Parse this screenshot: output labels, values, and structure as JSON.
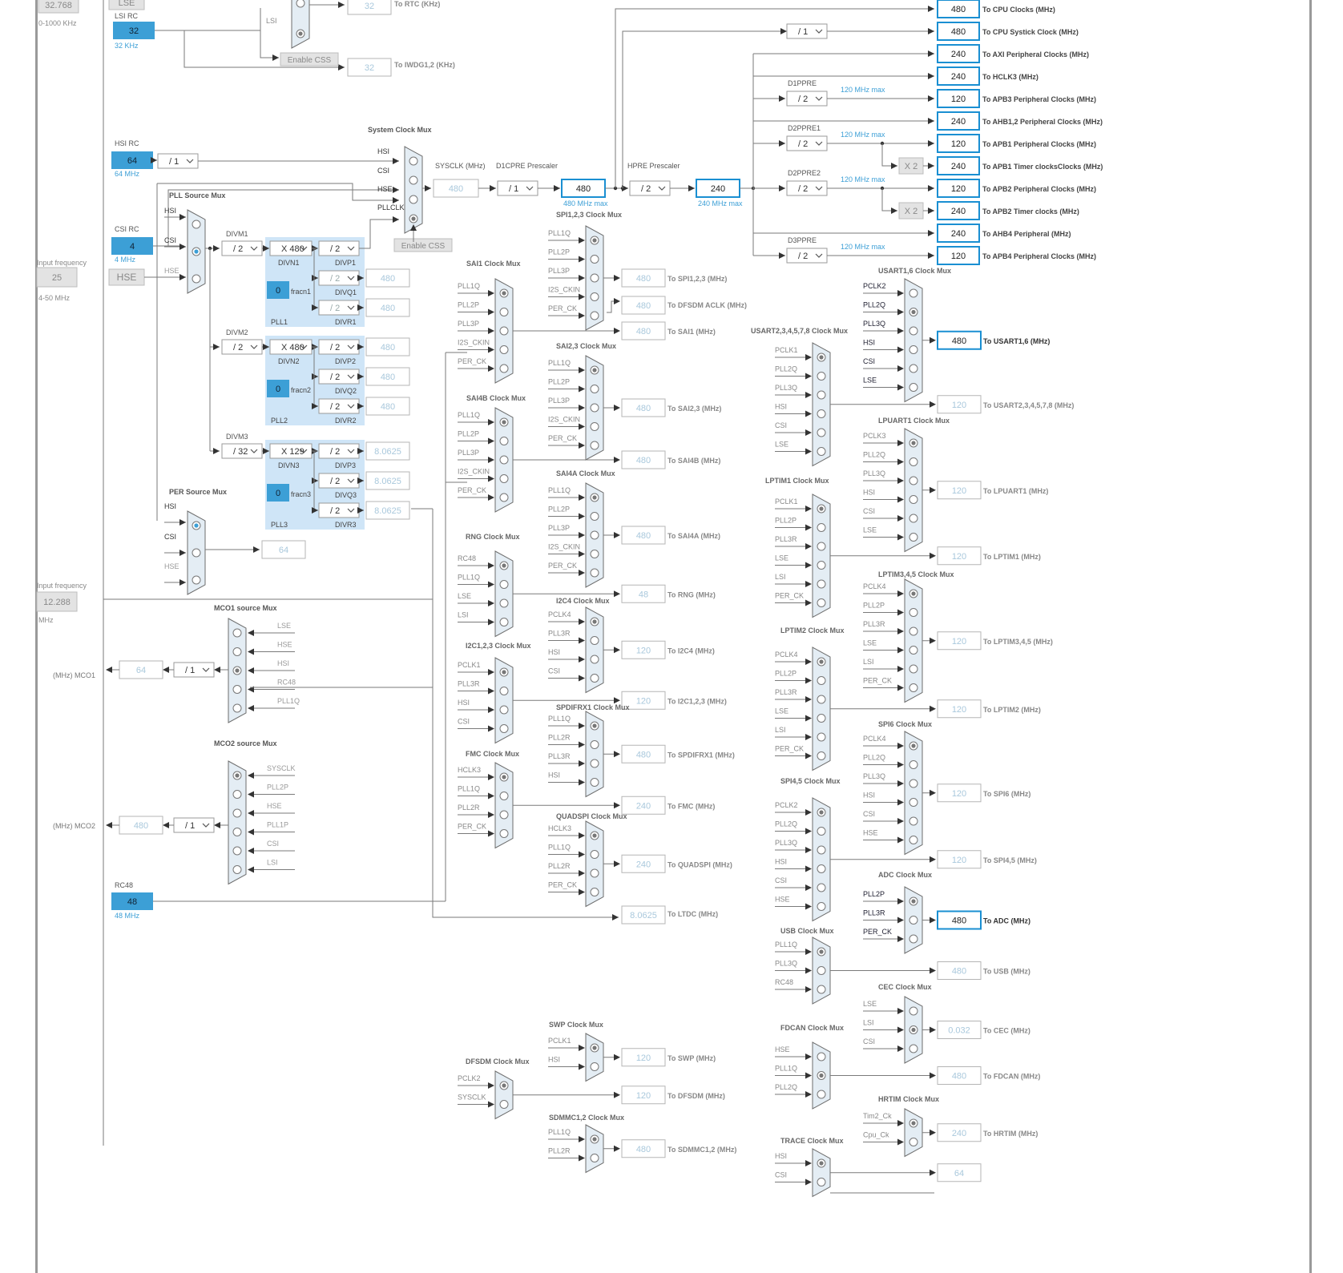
{
  "page": {
    "title": ""
  },
  "colors": {
    "accent": "#3c9fd6",
    "border_active": "#1a8fd2",
    "wire": "#7a7a7a",
    "pll_fill": "#cfe5f7",
    "mux_fill": "#e4edf4",
    "disabled_text": "#a9c8dc",
    "source_fill": "#3c9fd6"
  },
  "left": {
    "lse_value": "32.768",
    "lse_range": "0-1000 KHz",
    "hse_input_label": "Input frequency",
    "hse_value": "25",
    "hse_range": "4-50 MHz",
    "i2s_input_label": "Input frequency",
    "i2s_value": "12.288",
    "i2s_unit": "MHz",
    "mco1_label": "(MHz) MCO1",
    "mco2_label": "(MHz) MCO2"
  },
  "sources": {
    "lse_btn": "LSE",
    "lsi_title": "LSI RC",
    "lsi_value": "32",
    "lsi_sub": "32 KHz",
    "hsi_title": "HSI RC",
    "hsi_value": "64",
    "hsi_sub": "64 MHz",
    "csi_title": "CSI RC",
    "csi_value": "4",
    "csi_sub": "4 MHz",
    "hse_btn": "HSE",
    "rc48_title": "RC48",
    "rc48_value": "48",
    "rc48_sub": "48 MHz"
  },
  "rtc": {
    "lsi_label": "LSI",
    "value": "32",
    "label": "To RTC (KHz)",
    "enable_css": "Enable CSS",
    "iwdg_value": "32",
    "iwdg_label": "To IWDG1,2 (KHz)"
  },
  "hsi_div": "/ 1",
  "sysmux": {
    "title": "System Clock Mux",
    "inputs": [
      "HSI",
      "CSI",
      "HSE",
      "PLLCLK"
    ],
    "enable_css": "Enable CSS"
  },
  "sysclk": {
    "label": "SYSCLK (MHz)",
    "value": "480",
    "d1cpre_label": "D1CPRE Prescaler",
    "d1cpre": "/ 1",
    "cpu_value": "480",
    "cpu_max": "480 MHz max",
    "hpre_label": "HPRE Prescaler",
    "hpre": "/ 2",
    "hclk_value": "240",
    "hclk_max": "240 MHz max",
    "systick_div": "/ 1"
  },
  "pll": {
    "src_title": "PLL Source Mux",
    "src_inputs": [
      "HSI",
      "CSI",
      "HSE"
    ],
    "blocks": [
      {
        "name": "PLL1",
        "divm_label": "DIVM1",
        "divm": "/ 2",
        "divn": "X 480",
        "divn_label": "DIVN1",
        "frac": "0",
        "frac_label": "fracn1",
        "p": "/ 2",
        "p_label": "DIVP1",
        "q": "/ 2",
        "q_label": "DIVQ1",
        "q_value": "480",
        "r": "/ 2",
        "r_label": "DIVR1",
        "r_value": "480"
      },
      {
        "name": "PLL2",
        "divm_label": "DIVM2",
        "divm": "/ 2",
        "divn": "X 480",
        "divn_label": "DIVN2",
        "frac": "0",
        "frac_label": "fracn2",
        "p": "/ 2",
        "p_label": "DIVP2",
        "p_value": "480",
        "q": "/ 2",
        "q_label": "DIVQ2",
        "q_value": "480",
        "r": "/ 2",
        "r_label": "DIVR2",
        "r_value": "480"
      },
      {
        "name": "PLL3",
        "divm_label": "DIVM3",
        "divm": "/ 32",
        "divn": "X 129",
        "divn_label": "DIVN3",
        "frac": "0",
        "frac_label": "fracn3",
        "p": "/ 2",
        "p_label": "DIVP3",
        "p_value": "8.0625",
        "q": "/ 2",
        "q_label": "DIVQ3",
        "q_value": "8.0625",
        "r": "/ 2",
        "r_label": "DIVR3",
        "r_value": "8.0625"
      }
    ]
  },
  "per": {
    "title": "PER Source Mux",
    "inputs": [
      "HSI",
      "CSI",
      "HSE"
    ],
    "value": "64"
  },
  "mco1": {
    "title": "MCO1 source Mux",
    "inputs": [
      "LSE",
      "HSE",
      "HSI",
      "RC48",
      "PLL1Q"
    ],
    "div": "/ 1",
    "value": "64"
  },
  "mco2": {
    "title": "MCO2 source Mux",
    "inputs": [
      "SYSCLK",
      "PLL2P",
      "HSE",
      "PLL1P",
      "CSI",
      "LSI"
    ],
    "div": "/ 1",
    "value": "480"
  },
  "bus_outputs": [
    {
      "value": "480",
      "label": "To CPU Clocks (MHz)"
    },
    {
      "value": "480",
      "label": "To CPU Systick Clock (MHz)"
    },
    {
      "value": "240",
      "label": "To AXI Peripheral Clocks (MHz)"
    },
    {
      "value": "240",
      "label": "To HCLK3 (MHz)"
    },
    {
      "value": "120",
      "label": "To APB3 Peripheral Clocks (MHz)"
    },
    {
      "value": "240",
      "label": "To AHB1,2 Peripheral Clocks (MHz)"
    },
    {
      "value": "120",
      "label": "To APB1 Peripheral Clocks (MHz)"
    },
    {
      "value": "240",
      "label": "To APB1 Timer clocksClocks (MHz)"
    },
    {
      "value": "120",
      "label": "To APB2 Peripheral Clocks (MHz)"
    },
    {
      "value": "240",
      "label": "To APB2 Timer clocks (MHz)"
    },
    {
      "value": "240",
      "label": "To AHB4 Peripheral (MHz)"
    },
    {
      "value": "120",
      "label": "To APB4 Peripheral Clocks (MHz)"
    }
  ],
  "bus_prescalers": [
    {
      "name": "D1PPRE",
      "value": "/ 2",
      "max": "120 MHz max"
    },
    {
      "name": "D2PPRE1",
      "value": "/ 2",
      "max": "120 MHz max"
    },
    {
      "name": "D2PPRE2",
      "value": "/ 2",
      "max": "120 MHz max"
    },
    {
      "name": "D3PPRE",
      "value": "/ 2",
      "max": "120 MHz max"
    }
  ],
  "x2_label": "X 2",
  "muxes": [
    {
      "title": "SPI1,2,3 Clock Mux",
      "inputs": [
        "PLL1Q",
        "PLL2P",
        "PLL3P",
        "I2S_CKIN",
        "PER_CK"
      ],
      "sel": 0,
      "value": "480",
      "label": "To SPI1,2,3 (MHz)"
    },
    {
      "title": "",
      "inputs": [],
      "sel": 0,
      "value": "480",
      "label": "To DFSDM ACLK (MHz)"
    },
    {
      "title": "SAI1 Clock Mux",
      "inputs": [
        "PLL1Q",
        "PLL2P",
        "PLL3P",
        "I2S_CKIN",
        "PER_CK"
      ],
      "sel": 0,
      "value": "480",
      "label": "To SAI1 (MHz)"
    },
    {
      "title": "SAI2,3 Clock Mux",
      "inputs": [
        "PLL1Q",
        "PLL2P",
        "PLL3P",
        "I2S_CKIN",
        "PER_CK"
      ],
      "sel": 0,
      "value": "480",
      "label": "To SAI2,3 (MHz)"
    },
    {
      "title": "SAI4B Clock Mux",
      "inputs": [
        "PLL1Q",
        "PLL2P",
        "PLL3P",
        "I2S_CKIN",
        "PER_CK"
      ],
      "sel": 0,
      "value": "480",
      "label": "To SAI4B (MHz)"
    },
    {
      "title": "SAI4A Clock Mux",
      "inputs": [
        "PLL1Q",
        "PLL2P",
        "PLL3P",
        "I2S_CKIN",
        "PER_CK"
      ],
      "sel": 0,
      "value": "480",
      "label": "To SAI4A (MHz)"
    },
    {
      "title": "RNG Clock Mux",
      "inputs": [
        "RC48",
        "PLL1Q",
        "LSE",
        "LSI"
      ],
      "sel": 0,
      "value": "48",
      "label": "To RNG (MHz)"
    },
    {
      "title": "I2C4 Clock Mux",
      "inputs": [
        "PCLK4",
        "PLL3R",
        "HSI",
        "CSI"
      ],
      "sel": 0,
      "value": "120",
      "label": "To I2C4 (MHz)"
    },
    {
      "title": "I2C1,2,3 Clock Mux",
      "inputs": [
        "PCLK1",
        "PLL3R",
        "HSI",
        "CSI"
      ],
      "sel": 0,
      "value": "120",
      "label": "To I2C1,2,3 (MHz)"
    },
    {
      "title": "SPDIFRX1 Clock Mux",
      "inputs": [
        "PLL1Q",
        "PLL2R",
        "PLL3R",
        "HSI"
      ],
      "sel": 0,
      "value": "480",
      "label": "To SPDIFRX1 (MHz)"
    },
    {
      "title": "FMC Clock Mux",
      "inputs": [
        "HCLK3",
        "PLL1Q",
        "PLL2R",
        "PER_CK"
      ],
      "sel": 0,
      "value": "240",
      "label": "To FMC (MHz)"
    },
    {
      "title": "QUADSPI Clock Mux",
      "inputs": [
        "HCLK3",
        "PLL1Q",
        "PLL2R",
        "PER_CK"
      ],
      "sel": 0,
      "value": "240",
      "label": "To QUADSPI (MHz)"
    },
    {
      "title": "",
      "inputs": [],
      "sel": 0,
      "value": "8.0625",
      "label": "To LTDC (MHz)"
    },
    {
      "title": "SWP Clock Mux",
      "inputs": [
        "PCLK1",
        "HSI"
      ],
      "sel": 0,
      "value": "120",
      "label": "To SWP (MHz)"
    },
    {
      "title": "DFSDM Clock Mux",
      "inputs": [
        "PCLK2",
        "SYSCLK"
      ],
      "sel": 0,
      "value": "120",
      "label": "To DFSDM (MHz)"
    },
    {
      "title": "SDMMC1,2 Clock Mux",
      "inputs": [
        "PLL1Q",
        "PLL2R"
      ],
      "sel": 0,
      "value": "480",
      "label": "To SDMMC1,2 (MHz)"
    },
    {
      "title": "USART2,3,4,5,7,8 Clock Mux",
      "inputs": [
        "PCLK1",
        "PLL2Q",
        "PLL3Q",
        "HSI",
        "CSI",
        "LSE"
      ],
      "sel": 0,
      "value": "120",
      "label": "To USART2,3,4,5,7,8 (MHz)"
    },
    {
      "title": "LPTIM1 Clock Mux",
      "inputs": [
        "PCLK1",
        "PLL2P",
        "PLL3R",
        "LSE",
        "LSI",
        "PER_CK"
      ],
      "sel": 0,
      "value": "120",
      "label": "To LPTIM1 (MHz)"
    },
    {
      "title": "LPTIM2 Clock Mux",
      "inputs": [
        "PCLK4",
        "PLL2P",
        "PLL3R",
        "LSE",
        "LSI",
        "PER_CK"
      ],
      "sel": 0,
      "value": "120",
      "label": "To LPTIM2 (MHz)"
    },
    {
      "title": "SPI4,5 Clock Mux",
      "inputs": [
        "PCLK2",
        "PLL2Q",
        "PLL3Q",
        "HSI",
        "CSI",
        "HSE"
      ],
      "sel": 0,
      "value": "120",
      "label": "To SPI4,5 (MHz)"
    },
    {
      "title": "USB Clock Mux",
      "inputs": [
        "PLL1Q",
        "PLL3Q",
        "RC48"
      ],
      "sel": 0,
      "value": "480",
      "label": "To USB (MHz)"
    },
    {
      "title": "FDCAN Clock Mux",
      "inputs": [
        "HSE",
        "PLL1Q",
        "PLL2Q"
      ],
      "sel": 1,
      "value": "480",
      "label": "To FDCAN (MHz)"
    },
    {
      "title": "TRACE Clock Mux",
      "inputs": [
        "HSI",
        "CSI"
      ],
      "sel": 0,
      "value": "64",
      "label": ""
    },
    {
      "title": "USART1,6 Clock Mux",
      "inputs": [
        "PCLK2",
        "PLL2Q",
        "PLL3Q",
        "HSI",
        "CSI",
        "LSE"
      ],
      "sel": 1,
      "value": "480",
      "label": "To USART1,6 (MHz)"
    },
    {
      "title": "LPUART1 Clock Mux",
      "inputs": [
        "PCLK3",
        "PLL2Q",
        "PLL3Q",
        "HSI",
        "CSI",
        "LSE"
      ],
      "sel": 0,
      "value": "120",
      "label": "To LPUART1 (MHz)"
    },
    {
      "title": "LPTIM3,4,5 Clock Mux",
      "inputs": [
        "PCLK4",
        "PLL2P",
        "PLL3R",
        "LSE",
        "LSI",
        "PER_CK"
      ],
      "sel": 0,
      "value": "120",
      "label": "To LPTIM3,4,5 (MHz)"
    },
    {
      "title": "SPI6 Clock Mux",
      "inputs": [
        "PCLK4",
        "PLL2Q",
        "PLL3Q",
        "HSI",
        "CSI",
        "HSE"
      ],
      "sel": 0,
      "value": "120",
      "label": "To SPI6 (MHz)"
    },
    {
      "title": "ADC Clock Mux",
      "inputs": [
        "PLL2P",
        "PLL3R",
        "PER_CK"
      ],
      "sel": 0,
      "value": "480",
      "label": "To ADC (MHz)"
    },
    {
      "title": "CEC Clock Mux",
      "inputs": [
        "LSE",
        "LSI",
        "CSI"
      ],
      "sel": 1,
      "value": "0.032",
      "label": "To CEC (MHz)"
    },
    {
      "title": "HRTIM Clock Mux",
      "inputs": [
        "Tim2_Ck",
        "Cpu_Ck"
      ],
      "sel": 0,
      "value": "240",
      "label": "To HRTIM (MHz)"
    }
  ]
}
